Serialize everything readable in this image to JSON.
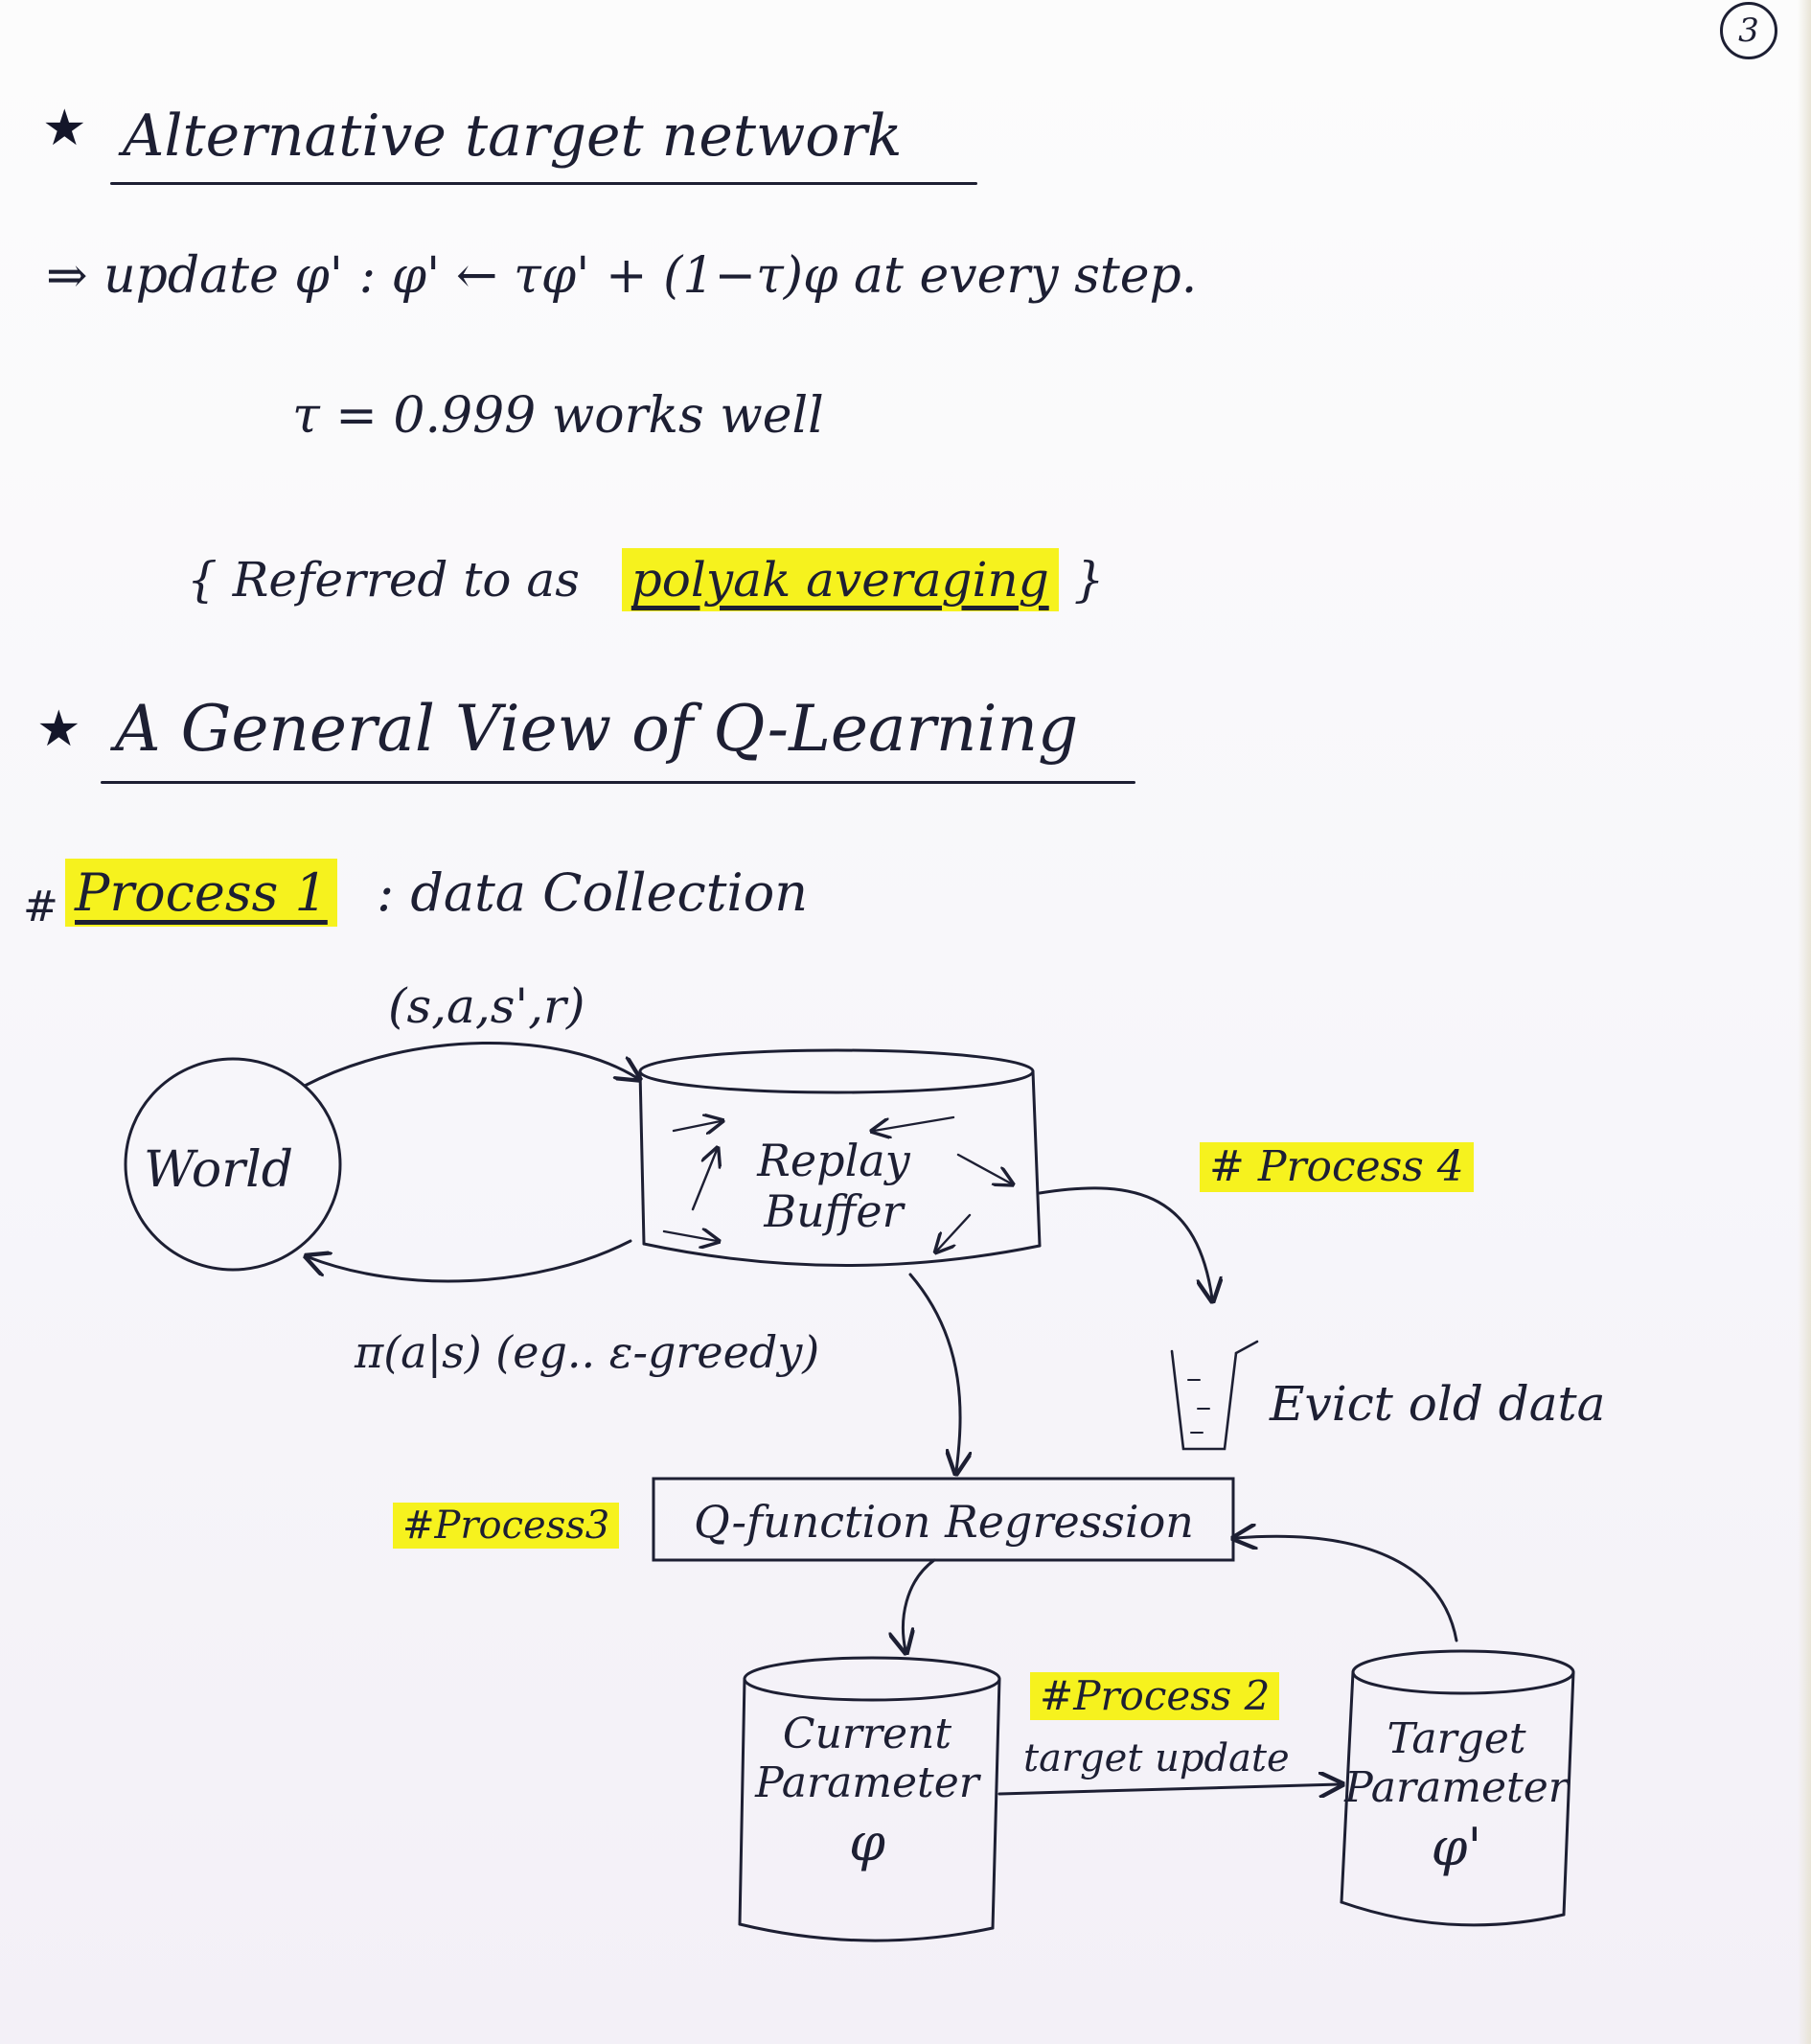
{
  "page_number": "3",
  "section1": {
    "title": "Alternative target network",
    "update_line": "⇒ update φ' : φ' ← τφ' + (1−τ)φ at every step.",
    "tau_line": "τ = 0.999 works well",
    "referred_prefix": "{ Referred to as",
    "referred_highlight": "polyak averaging",
    "referred_suffix": "}"
  },
  "section2": {
    "title": "A General View of Q-Learning",
    "process1_hash": "#",
    "process1_label": "Process 1",
    "process1_desc": ": data Collection",
    "transition_label": "(s,a,s',r)",
    "world_label": "World",
    "replay_buffer_label": [
      "Replay",
      "Buffer"
    ],
    "policy_label": "π(a|s) (eg.. ε-greedy)",
    "process4_label": "# Process 4",
    "evict_label": "Evict old data",
    "process3_label": "#Process3",
    "regression_label": "Q-function Regression",
    "current_param_label": [
      "Current",
      "Parameter",
      "φ"
    ],
    "target_param_label": [
      "Target",
      "Parameter",
      "φ'"
    ],
    "process2_label": "#Process 2",
    "target_update_label": "target update"
  },
  "colors": {
    "highlight": "#f6f21e",
    "ink": "#1d1f33"
  }
}
